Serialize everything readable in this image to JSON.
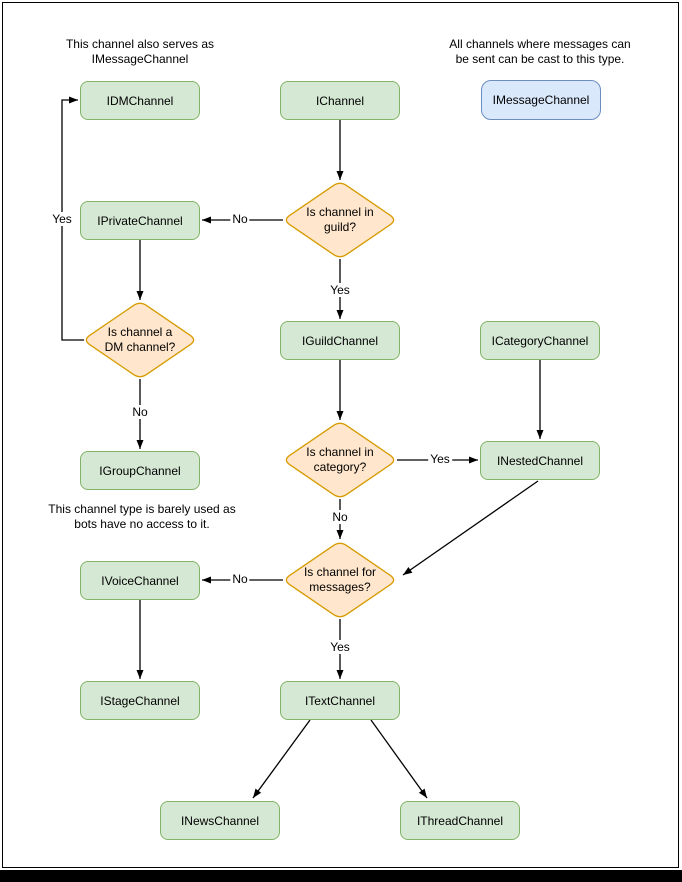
{
  "colors": {
    "interface_fill": "#d5e8d4",
    "interface_border": "#82b366",
    "decision_fill": "#ffe6cc",
    "decision_border": "#d79b00",
    "message_fill": "#dae8fc",
    "message_border": "#6c8ebf",
    "line_color": "#000000",
    "page_border": "#000000"
  },
  "notes": {
    "dm_note": {
      "line1": "This channel also serves as",
      "line2": "IMessageChannel"
    },
    "message_note": {
      "line1": "All channels where messages can",
      "line2": "be sent can be cast to this type."
    },
    "group_note": {
      "line1": "This channel type is barely used as",
      "line2": "bots have no access to it."
    }
  },
  "nodes": {
    "idm": "IDMChannel",
    "ichannel": "IChannel",
    "imessage": "IMessageChannel",
    "iprivate": "IPrivateChannel",
    "iguild": "IGuildChannel",
    "icategory": "ICategoryChannel",
    "igroup": "IGroupChannel",
    "inested": "INestedChannel",
    "ivoice": "IVoiceChannel",
    "istage": "IStageChannel",
    "itext": "ITextChannel",
    "inews": "INewsChannel",
    "ithread": "IThreadChannel"
  },
  "decisions": {
    "guild": {
      "line1": "Is channel in",
      "line2": "guild?"
    },
    "dm": {
      "line1": "Is channel a",
      "line2": "DM channel?"
    },
    "category": {
      "line1": "Is channel in",
      "line2": "category?"
    },
    "messages": {
      "line1": "Is channel for",
      "line2": "messages?"
    }
  },
  "edge_labels": {
    "guild_no": "No",
    "guild_yes": "Yes",
    "dm_yes": "Yes",
    "dm_no": "No",
    "category_yes": "Yes",
    "category_no": "No",
    "messages_no": "No",
    "messages_yes": "Yes"
  }
}
